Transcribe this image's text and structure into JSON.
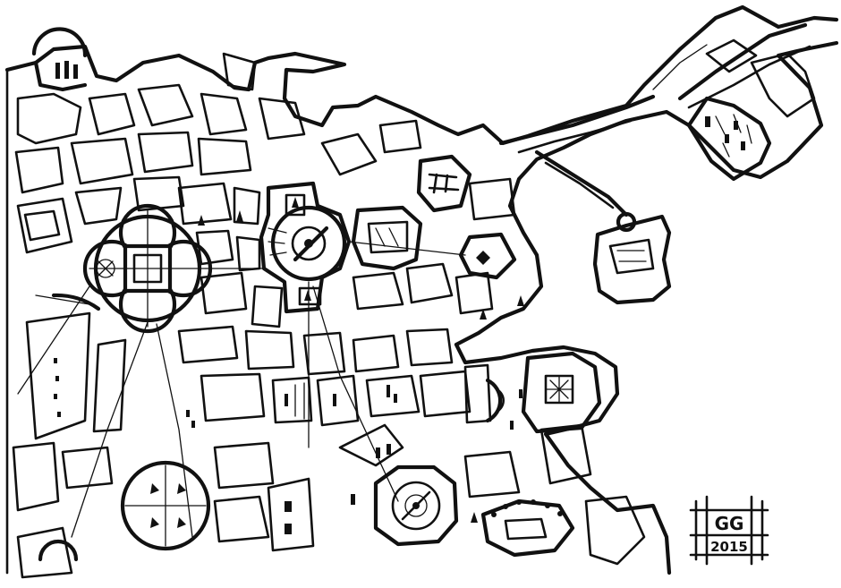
{
  "map": {
    "style": "hand-drawn ink urban plan sketch",
    "ink_color": "#111111",
    "paper_color": "#ffffff"
  },
  "signature": {
    "line1": "GG",
    "line2": "2015"
  },
  "icons": [
    "monogram-signature",
    "compass-rose",
    "obelisk-markers"
  ]
}
